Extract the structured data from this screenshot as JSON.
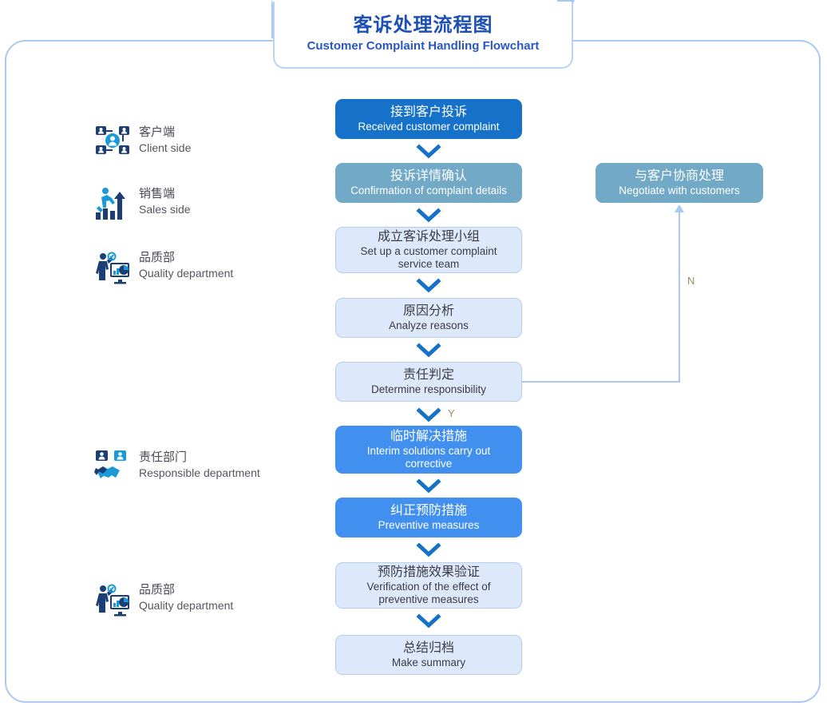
{
  "header": {
    "title_cn": "客诉处理流程图",
    "title_en": "Customer Complaint Handling Flowchart"
  },
  "colors": {
    "frame_border": "#a9caf5",
    "deep_blue": "#1572c8",
    "bright_blue": "#4190ef",
    "steel_blue": "#71a9c6",
    "pale_blue_fill": "#dde9fa",
    "pale_blue_border": "#b6cdee",
    "title_cn_color": "#1c50b4",
    "title_en_color": "#2a56c0",
    "branch_label_color": "#9a8a63"
  },
  "roles": [
    {
      "cn": "客户端",
      "en": "Client side",
      "icon": "client-network-icon"
    },
    {
      "cn": "销售端",
      "en": "Sales side",
      "icon": "sales-growth-icon"
    },
    {
      "cn": "品质部",
      "en": "Quality department",
      "icon": "quality-analyst-icon"
    },
    {
      "cn": "责任部门",
      "en": "Responsible department",
      "icon": "handshake-people-icon"
    },
    {
      "cn": "品质部",
      "en": "Quality department",
      "icon": "quality-analyst-icon"
    }
  ],
  "nodes": [
    {
      "id": "received-complaint",
      "cn": "接到客户投诉",
      "en": "Received customer complaint",
      "style": "deep"
    },
    {
      "id": "confirm-details",
      "cn": "投诉详情确认",
      "en": "Confirmation of complaint details",
      "style": "steel"
    },
    {
      "id": "set-up-team",
      "cn": "成立客诉处理小组",
      "en": "Set up a customer complaint service team",
      "style": "pale"
    },
    {
      "id": "analyze-reasons",
      "cn": "原因分析",
      "en": "Analyze reasons",
      "style": "pale"
    },
    {
      "id": "determine-responsibility",
      "cn": "责任判定",
      "en": "Determine responsibility",
      "style": "pale"
    },
    {
      "id": "interim-solutions",
      "cn": "临时解决措施",
      "en": "Interim solutions carry out corrective",
      "style": "bright"
    },
    {
      "id": "preventive-measures",
      "cn": "纠正预防措施",
      "en": "Preventive measures",
      "style": "bright"
    },
    {
      "id": "verification",
      "cn": "预防措施效果验证",
      "en": "Verification of the effect of preventive measures",
      "style": "pale"
    },
    {
      "id": "make-summary",
      "cn": "总结归档",
      "en": "Make summary",
      "style": "pale"
    },
    {
      "id": "negotiate",
      "cn": "与客户协商处理",
      "en": "Negotiate with customers",
      "style": "steel"
    }
  ],
  "branches": {
    "yes_label": "Y",
    "no_label": "N"
  }
}
